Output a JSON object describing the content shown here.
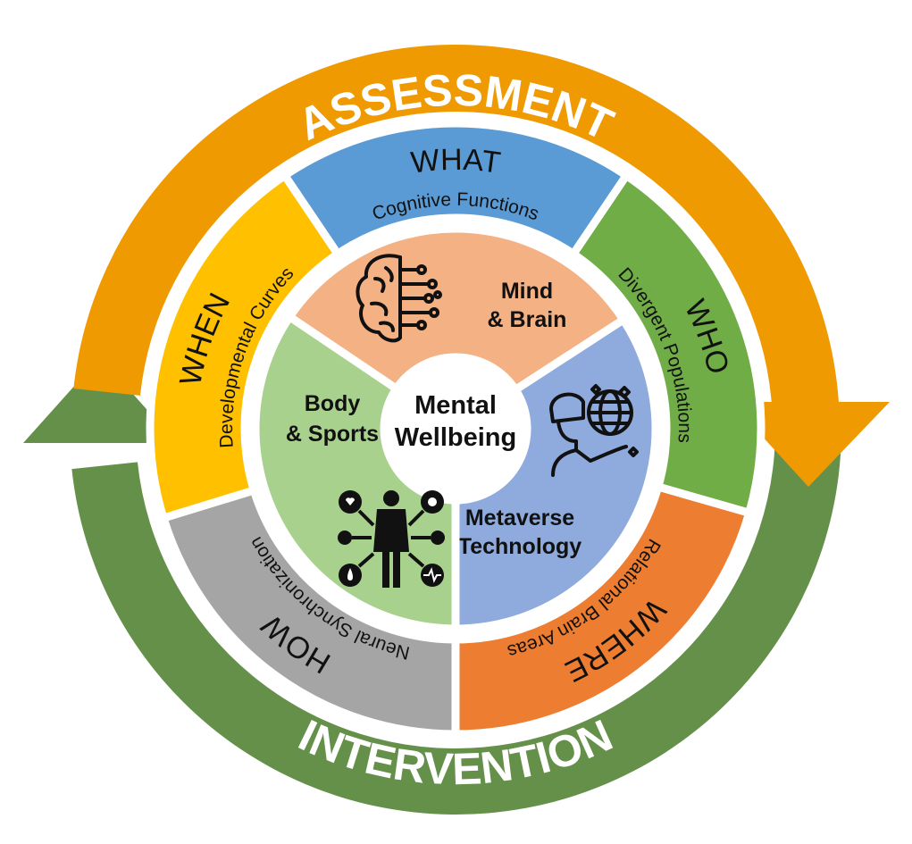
{
  "arrows": {
    "assessment": {
      "label": "ASSESSMENT",
      "color": "#EF9A00"
    },
    "intervention": {
      "label": "INTERVENTION",
      "color": "#64904A"
    }
  },
  "outer_ring": [
    {
      "key": "what",
      "title": "WHAT",
      "subtitle": "Cognitive Functions",
      "color": "#5B9BD5"
    },
    {
      "key": "who",
      "title": "WHO",
      "subtitle": "Divergent Populations",
      "color": "#70AD47"
    },
    {
      "key": "where",
      "title": "WHERE",
      "subtitle": "Relational Brain Areas",
      "color": "#ED7D31"
    },
    {
      "key": "how",
      "title": "HOW",
      "subtitle": "Neural Synchronization",
      "color": "#A5A5A5"
    },
    {
      "key": "when",
      "title": "WHEN",
      "subtitle": "Developmental Curves",
      "color": "#FFC000"
    }
  ],
  "middle_ring": [
    {
      "key": "mind",
      "line1": "Mind",
      "line2": "& Brain",
      "color": "#F4B183",
      "icon": "brain-circuit-icon"
    },
    {
      "key": "metaverse",
      "line1": "Metaverse",
      "line2": "Technology",
      "color": "#8FAADC",
      "icon": "vr-headset-globe-icon"
    },
    {
      "key": "body",
      "line1": "Body",
      "line2": "& Sports",
      "color": "#A9D18E",
      "icon": "person-health-network-icon"
    }
  ],
  "center": {
    "line1": "Mental",
    "line2": "Wellbeing"
  }
}
